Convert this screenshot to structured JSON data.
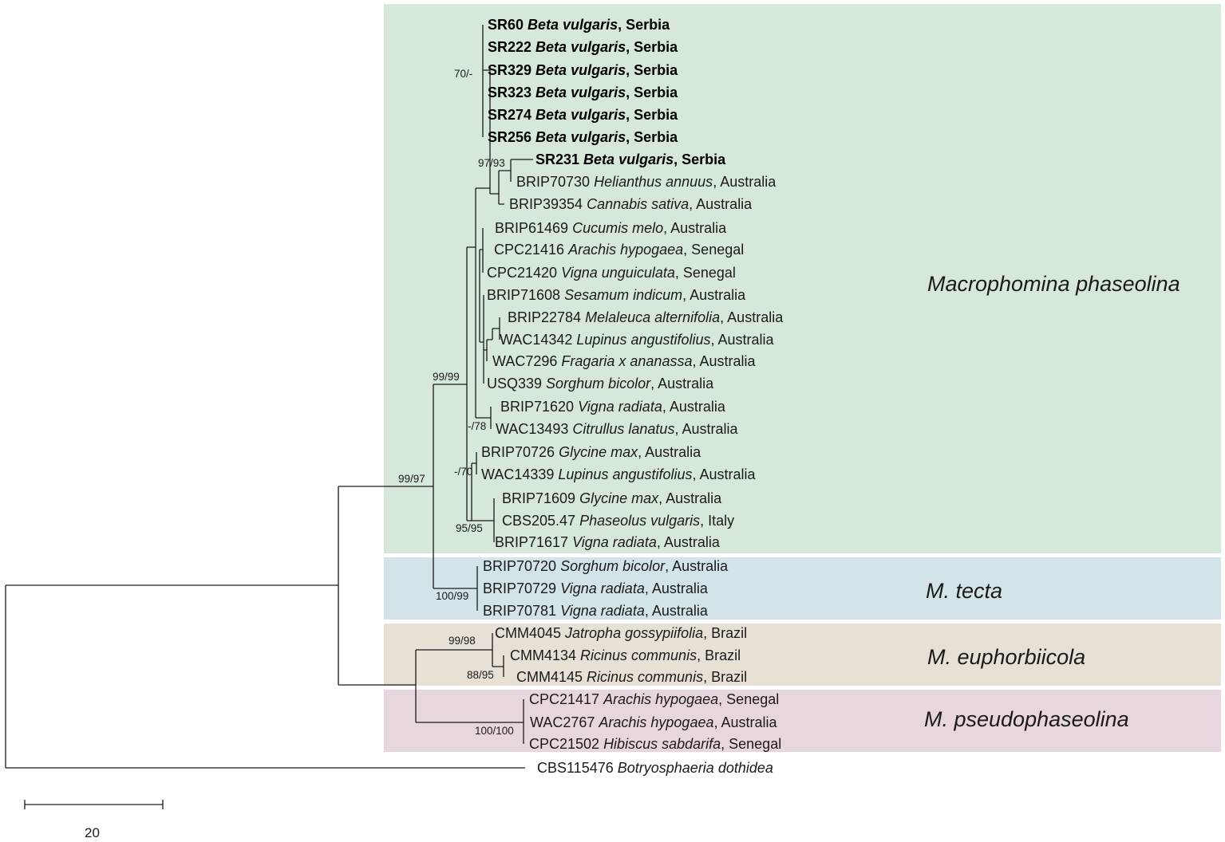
{
  "clades": [
    {
      "label": "Macrophomina phaseolina",
      "color": "#d5e8da"
    },
    {
      "label": "M. tecta",
      "color": "#d3e4e8"
    },
    {
      "label": "M. euphorbiicola",
      "color": "#e7e0d4"
    },
    {
      "label": "M. pseudophaseolina",
      "color": "#e7d5e0"
    }
  ],
  "taxa": [
    {
      "id": "SR60",
      "species": "Beta vulgaris",
      "country": ", Serbia",
      "bold": true
    },
    {
      "id": "SR222",
      "species": "Beta vulgaris",
      "country": ", Serbia",
      "bold": true
    },
    {
      "id": "SR329",
      "species": "Beta vulgaris",
      "country": ", Serbia",
      "bold": true
    },
    {
      "id": "SR323",
      "species": "Beta vulgaris",
      "country": ", Serbia",
      "bold": true
    },
    {
      "id": "SR274",
      "species": "Beta vulgaris",
      "country": ", Serbia",
      "bold": true
    },
    {
      "id": "SR256",
      "species": "Beta vulgaris",
      "country": ", Serbia",
      "bold": true
    },
    {
      "id": "SR231",
      "species": "Beta vulgaris",
      "country": ", Serbia",
      "bold": true
    },
    {
      "id": "BRIP70730",
      "species": "Helianthus annuus",
      "country": ", Australia",
      "bold": false
    },
    {
      "id": "BRIP39354",
      "species": "Cannabis sativa",
      "country": ", Australia",
      "bold": false
    },
    {
      "id": "BRIP61469",
      "species": "Cucumis melo",
      "country": ", Australia",
      "bold": false
    },
    {
      "id": "CPC21416",
      "species": "Arachis hypogaea",
      "country": ", Senegal",
      "bold": false
    },
    {
      "id": "CPC21420",
      "species": "Vigna unguiculata",
      "country": ", Senegal",
      "bold": false
    },
    {
      "id": "BRIP71608",
      "species": "Sesamum indicum",
      "country": ", Australia",
      "bold": false
    },
    {
      "id": "BRIP22784",
      "species": "Melaleuca alternifolia",
      "country": ", Australia",
      "bold": false
    },
    {
      "id": "WAC14342",
      "species": "Lupinus angustifolius",
      "country": ", Australia",
      "bold": false
    },
    {
      "id": "WAC7296",
      "species": "Fragaria x ananassa",
      "country": ", Australia",
      "bold": false
    },
    {
      "id": "USQ339",
      "species": "Sorghum bicolor",
      "country": ", Australia",
      "bold": false
    },
    {
      "id": "BRIP71620",
      "species": "Vigna radiata",
      "country": ", Australia",
      "bold": false
    },
    {
      "id": "WAC13493",
      "species": "Citrullus lanatus",
      "country": ", Australia",
      "bold": false
    },
    {
      "id": "BRIP70726",
      "species": "Glycine max",
      "country": ", Australia",
      "bold": false
    },
    {
      "id": "WAC14339",
      "species": "Lupinus angustifolius",
      "country": ", Australia",
      "bold": false
    },
    {
      "id": "BRIP71609",
      "species": "Glycine max",
      "country": ", Australia",
      "bold": false
    },
    {
      "id": "CBS205.47",
      "species": "Phaseolus vulgaris",
      "country": ", Italy",
      "bold": false
    },
    {
      "id": "BRIP71617",
      "species": "Vigna radiata",
      "country": ", Australia",
      "bold": false
    },
    {
      "id": "BRIP70720",
      "species": "Sorghum bicolor",
      "country": ", Australia",
      "bold": false
    },
    {
      "id": "BRIP70729",
      "species": "Vigna radiata",
      "country": ", Australia",
      "bold": false
    },
    {
      "id": "BRIP70781",
      "species": "Vigna radiata",
      "country": ", Australia",
      "bold": false
    },
    {
      "id": "CMM4045",
      "species": "Jatropha gossypiifolia",
      "country": ", Brazil",
      "bold": false
    },
    {
      "id": "CMM4134",
      "species": "Ricinus communis",
      "country": ", Brazil",
      "bold": false
    },
    {
      "id": "CMM4145",
      "species": "Ricinus communis",
      "country": ", Brazil",
      "bold": false
    },
    {
      "id": "CPC21417",
      "species": "Arachis hypogaea",
      "country": ", Senegal",
      "bold": false
    },
    {
      "id": "WAC2767",
      "species": "Arachis hypogaea",
      "country": ", Australia",
      "bold": false
    },
    {
      "id": "CPC21502",
      "species": "Hibiscus sabdarifa",
      "country": ", Senegal",
      "bold": false
    },
    {
      "id": "CBS115476",
      "species": "Botryosphaeria dothidea",
      "country": "",
      "bold": false
    }
  ],
  "support_values": [
    "70/-",
    "97/93",
    "99/99",
    "-/78",
    "-/70",
    "95/95",
    "99/97",
    "100/99",
    "99/98",
    "88/95",
    "100/100"
  ],
  "scale_bar": {
    "label": "20"
  }
}
